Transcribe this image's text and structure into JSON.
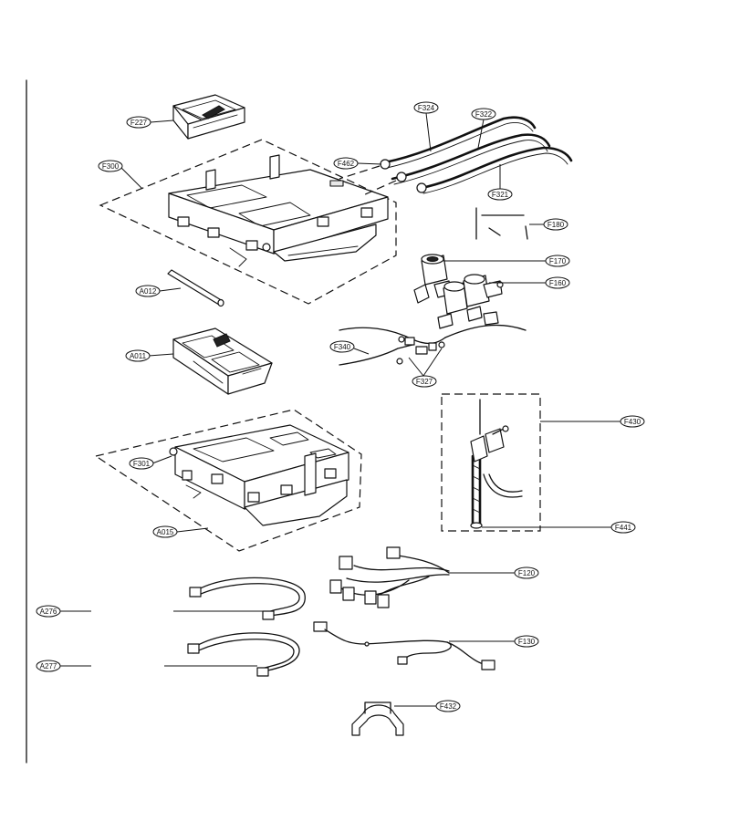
{
  "labels": {
    "F227": "F227",
    "F300": "F300",
    "A012": "A012",
    "A011": "A011",
    "F301": "F301",
    "A015": "A015",
    "A276": "A276",
    "A277": "A277",
    "F324": "F324",
    "F322": "F322",
    "F462": "F462",
    "F321": "F321",
    "F180": "F180",
    "F170": "F170",
    "F160": "F160",
    "F340": "F340",
    "F327": "F327",
    "F430": "F430",
    "F441": "F441",
    "F120": "F120",
    "F130": "F130",
    "F432": "F432"
  }
}
